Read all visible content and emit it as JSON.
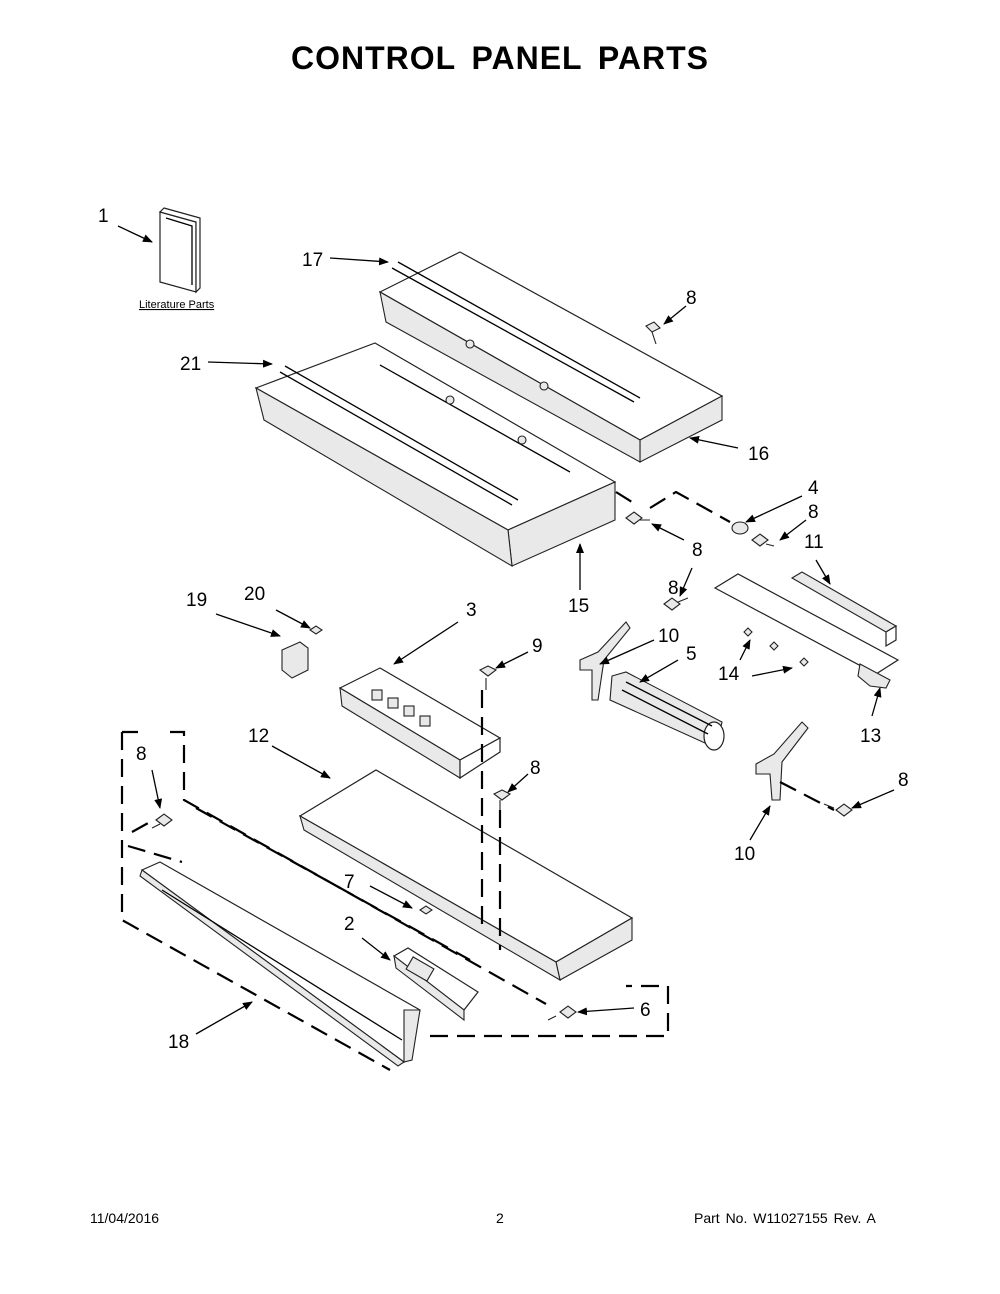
{
  "title": "CONTROL PANEL PARTS",
  "literature_label": "Literature Parts",
  "callouts": {
    "c1": "1",
    "c17": "17",
    "c8a": "8",
    "c21": "21",
    "c16": "16",
    "c4": "4",
    "c8b": "8",
    "c8c": "8",
    "c11": "11",
    "c15": "15",
    "c8d": "8",
    "c19": "19",
    "c20": "20",
    "c3": "3",
    "c9": "9",
    "c10a": "10",
    "c5": "5",
    "c14": "14",
    "c13": "13",
    "c12": "12",
    "c8e": "8",
    "c8f": "8",
    "c8g": "8",
    "c10b": "10",
    "c7": "7",
    "c2": "2",
    "c6": "6",
    "c18": "18"
  },
  "footer": {
    "date": "11/04/2016",
    "page": "2",
    "part_no": "Part No.  W11027155  Rev.  A"
  }
}
